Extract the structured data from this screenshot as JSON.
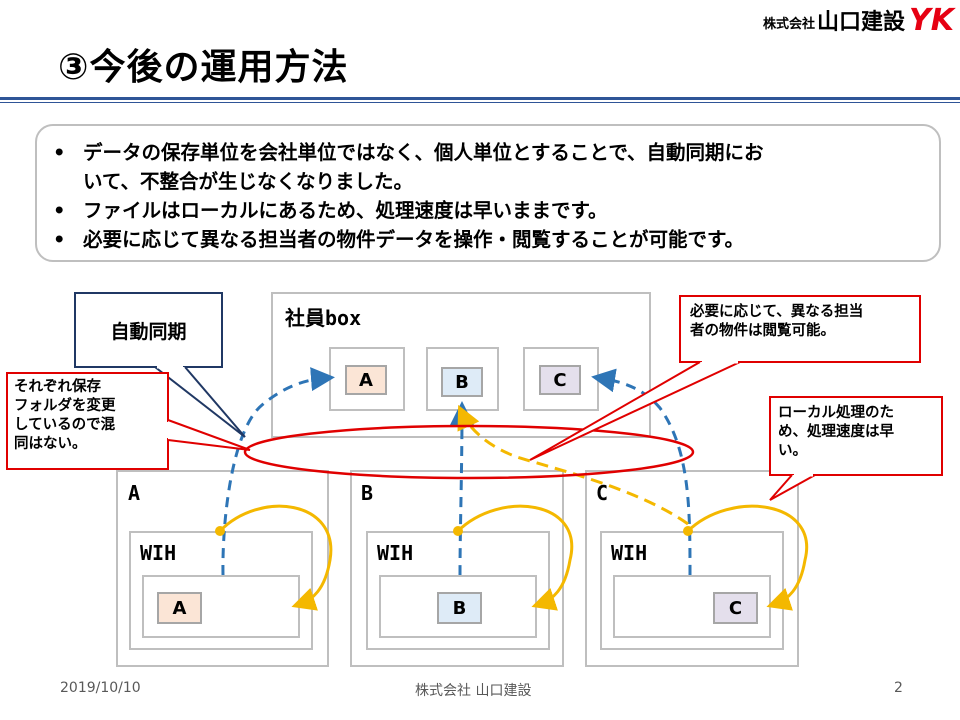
{
  "slide": {
    "title": "③今後の運用方法",
    "logo": {
      "prefix": "株式会社",
      "name": "山口建設",
      "mark": "YK"
    }
  },
  "bullets": [
    "データの保存単位を会社単位ではなく、個人単位とすることで、自動同期にお",
    "いて、不整合が生じなくなりました。",
    "ファイルはローカルにあるため、処理速度は早いままです。",
    "必要に応じて異なる担当者の物件データを操作・閲覧することが可能です。"
  ],
  "diagram": {
    "shared_box_label": "社員box",
    "shared_chips": [
      "A",
      "B",
      "C"
    ],
    "users": [
      {
        "label": "A",
        "wih": "WIH",
        "chip": "A"
      },
      {
        "label": "B",
        "wih": "WIH",
        "chip": "B"
      },
      {
        "label": "C",
        "wih": "WIH",
        "chip": "C"
      }
    ],
    "colors": {
      "chip_a": "#fbe5d6",
      "chip_b": "#deebf7",
      "chip_c": "#e4dfec",
      "sync_arrow": "#2e75b6",
      "local_arrow": "#f4b800",
      "callout_red": "#e00000",
      "callout_blue": "#203864"
    }
  },
  "callouts": {
    "auto_sync": "自動同期",
    "separate_folders": [
      "それぞれ保存",
      "フォルダを変更",
      "しているので混",
      "同はない。"
    ],
    "view_others": [
      "必要に応じて、異なる担当",
      "者の物件は閲覧可能。"
    ],
    "local_speed": [
      "ローカル処理のた",
      "め、処理速度は早",
      "い。"
    ]
  },
  "footer": {
    "date": "2019/10/10",
    "company": "株式会社 山口建設",
    "page": "2"
  }
}
